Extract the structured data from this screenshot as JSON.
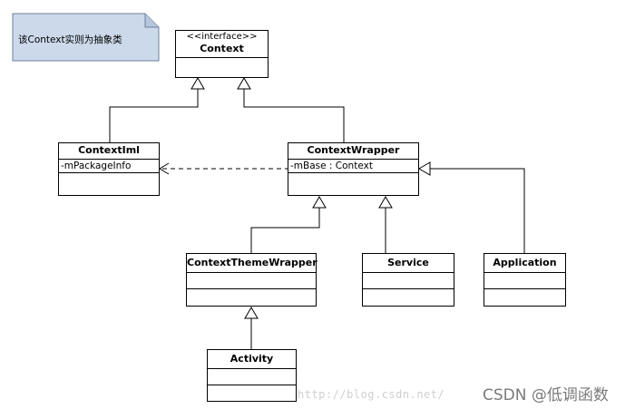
{
  "note": {
    "text": "该Context实则为抽象类"
  },
  "classes": {
    "context": {
      "stereotype": "<<interface>>",
      "name": "Context"
    },
    "contextiml": {
      "name": "ContextIml",
      "fields": [
        "-mPackageInfo"
      ]
    },
    "contextwrapper": {
      "name": "ContextWrapper",
      "fields": [
        "-mBase : Context"
      ]
    },
    "contextthemewrapper": {
      "name": "ContextThemeWrapper"
    },
    "service": {
      "name": "Service"
    },
    "application": {
      "name": "Application"
    },
    "activity": {
      "name": "Activity"
    }
  },
  "watermark": {
    "url": "http://blog.csdn.net/",
    "credit": "CSDN @低调函数"
  },
  "colors": {
    "note_fill": "#ccd9ea",
    "line": "#000000"
  }
}
